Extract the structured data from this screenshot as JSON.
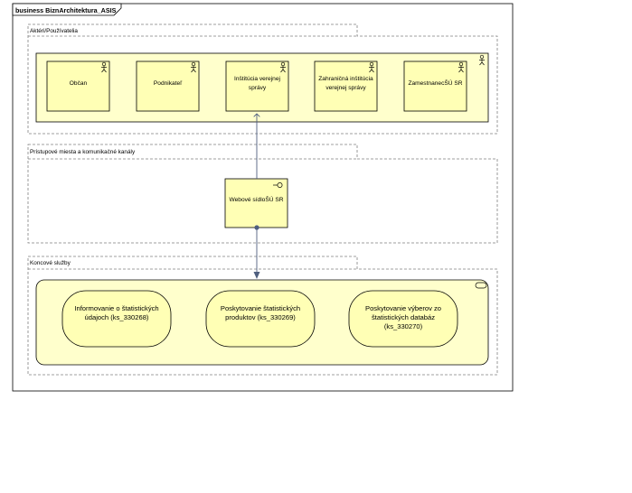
{
  "frame": {
    "title": "business BiznArchitektura_ASIS"
  },
  "colors": {
    "element_fill": "#FFFFB5",
    "container_fill": "#FFFFCC",
    "border": "#000000",
    "group_border": "#808080",
    "connector": "#4F5F7F"
  },
  "groups": [
    {
      "id": "actors",
      "label": "Aktéri/Používatelia"
    },
    {
      "id": "access",
      "label": "Prístupové miesta a komunikačné kanály"
    },
    {
      "id": "services",
      "label": "Koncové služby"
    }
  ],
  "actors": [
    {
      "lines": [
        "Občan"
      ],
      "icon": "actor-icon"
    },
    {
      "lines": [
        "Podnikateľ"
      ],
      "icon": "actor-icon"
    },
    {
      "lines": [
        "Inštitúcia verejnej",
        "správy"
      ],
      "icon": "actor-icon"
    },
    {
      "lines": [
        "Zahraničná inštitúcia",
        "verejnej správy"
      ],
      "icon": "actor-icon"
    },
    {
      "lines": [
        "ZamestnanecŠÚ SR"
      ],
      "icon": "actor-icon"
    }
  ],
  "interface": {
    "lines": [
      "Webové sídloŠÚ SR"
    ],
    "icon": "interface-icon"
  },
  "services": [
    {
      "lines": [
        "Informovanie o štatistických",
        "údajoch (ks_330268)"
      ]
    },
    {
      "lines": [
        "Poskytovanie štatistických",
        "produktov (ks_330269)"
      ]
    },
    {
      "lines": [
        "Poskytovanie výberov zo",
        "štatistických databáz",
        "(ks_330270)"
      ]
    }
  ]
}
